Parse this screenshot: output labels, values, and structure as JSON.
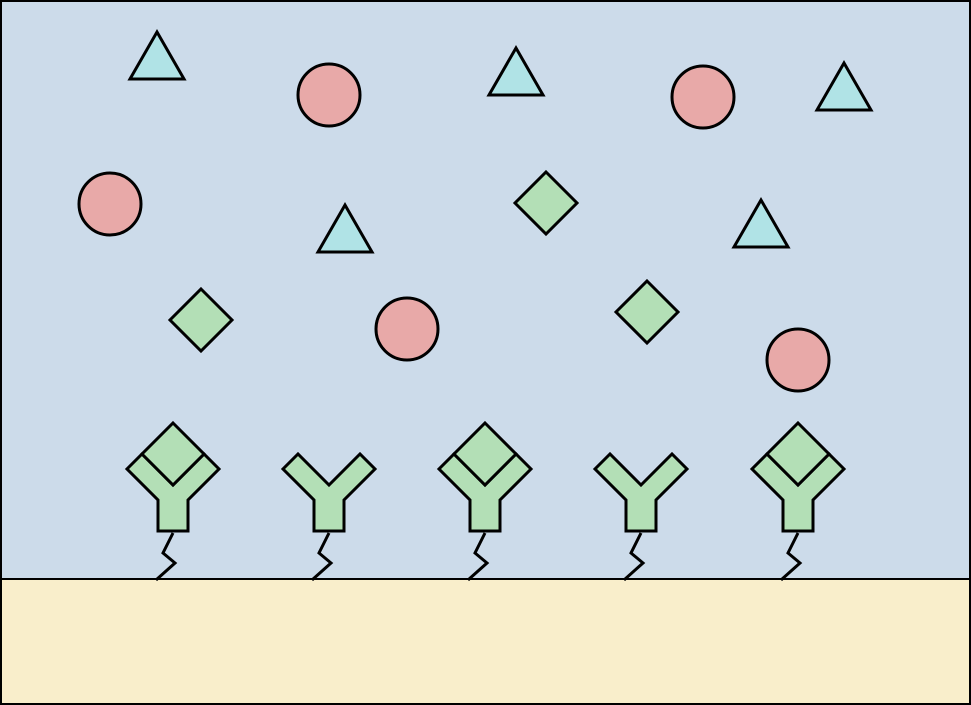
{
  "colors": {
    "solution": "#ccdbea",
    "surface": "#f9eecb",
    "triangle": "#b0e3e6",
    "circle": "#e8a9a8",
    "diamond": "#b3dfb6",
    "antibody": "#b3dfb6",
    "stroke": "#000000"
  },
  "legend_icons": {
    "triangle": "triangle-molecule-icon",
    "circle": "circle-molecule-icon",
    "diamond": "diamond-antigen-icon",
    "antibody": "y-antibody-icon"
  },
  "free_molecules": [
    {
      "shape": "triangle"
    },
    {
      "shape": "circle"
    },
    {
      "shape": "triangle"
    },
    {
      "shape": "circle"
    },
    {
      "shape": "triangle"
    },
    {
      "shape": "circle"
    },
    {
      "shape": "triangle"
    },
    {
      "shape": "diamond"
    },
    {
      "shape": "triangle"
    },
    {
      "shape": "diamond"
    },
    {
      "shape": "circle"
    },
    {
      "shape": "diamond"
    },
    {
      "shape": "circle"
    }
  ],
  "antibodies": [
    {
      "bound": true
    },
    {
      "bound": false
    },
    {
      "bound": true
    },
    {
      "bound": false
    },
    {
      "bound": true
    }
  ]
}
